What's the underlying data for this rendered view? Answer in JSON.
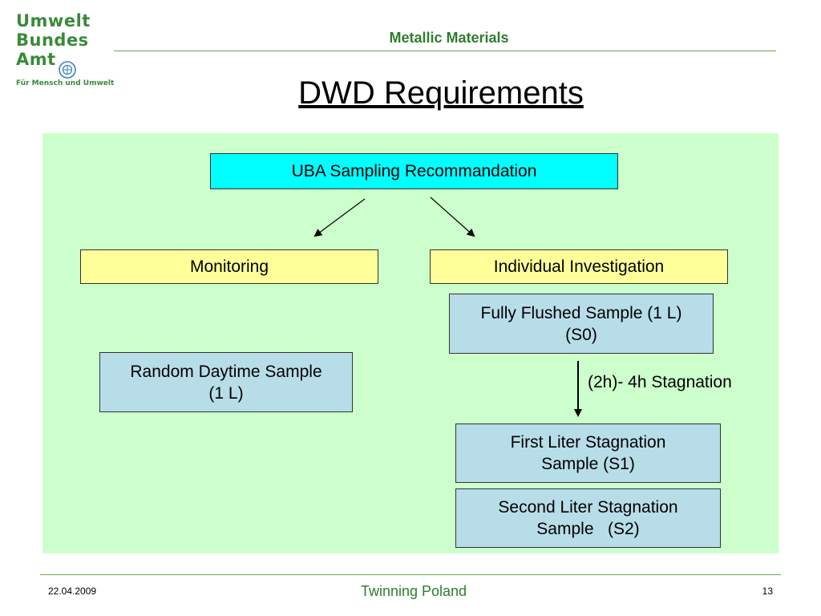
{
  "logo": {
    "lines": [
      "Umwelt",
      "Bundes",
      "Amt"
    ],
    "tagline": "Für Mensch und Umwelt",
    "emblem": "un-wreath-globe-icon",
    "color": "#3a8a3a"
  },
  "header": {
    "title": "Metallic Materials",
    "slide_title": "DWD Requirements"
  },
  "diagram": {
    "root": "UBA Sampling Recommandation",
    "monitoring": "Monitoring",
    "individual": "Individual Investigation",
    "fully_flushed": [
      "Fully Flushed Sample (1 L)",
      "(S0)"
    ],
    "random_daytime": [
      "Random Daytime Sample",
      "(1 L)"
    ],
    "stagnation_label": "(2h)- 4h Stagnation",
    "first_liter": [
      "First Liter Stagnation",
      "Sample (S1)"
    ],
    "second_liter": [
      "Second Liter Stagnation",
      "Sample   (S2)"
    ],
    "colors": {
      "panel": "#ccffcc",
      "root_box": "#00ffff",
      "category_box": "#ffff99",
      "sample_box": "#b7dde8"
    }
  },
  "footer": {
    "date": "22.04.2009",
    "center": "Twinning Poland",
    "page": "13"
  }
}
